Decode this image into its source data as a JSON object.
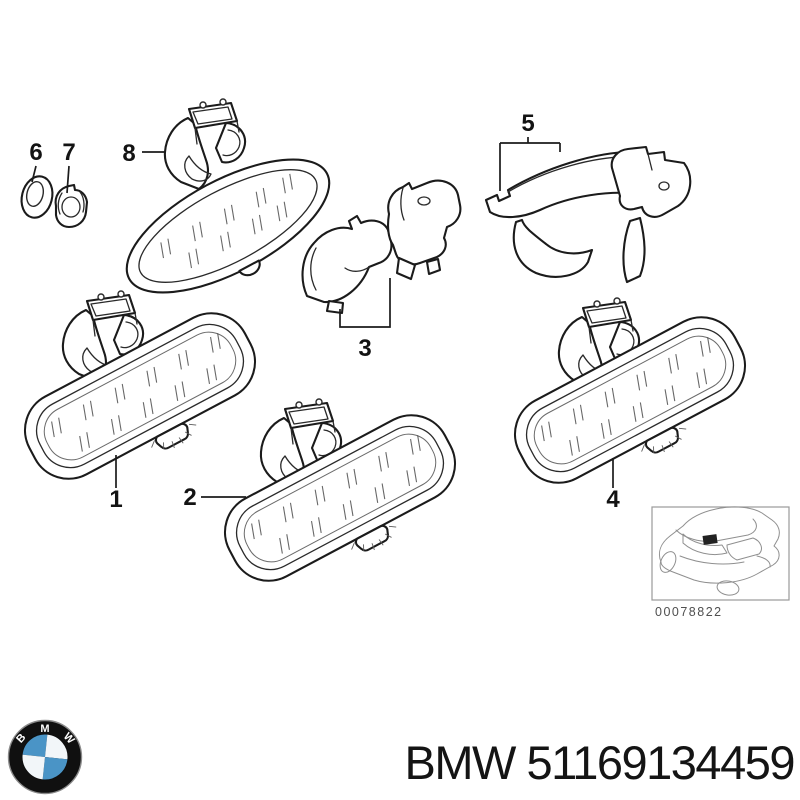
{
  "diagram": {
    "callout_labels": [
      "1",
      "2",
      "3",
      "4",
      "5",
      "6",
      "7",
      "8"
    ],
    "inset_image_number": "00078822"
  },
  "footer": {
    "title": "BMW 51169134459",
    "logo_letters": [
      "B",
      "M",
      "W"
    ]
  },
  "colors": {
    "ink": "#1b1b1b",
    "logo_blue": "#4a94c6",
    "muted_text": "#4f4f4f"
  }
}
